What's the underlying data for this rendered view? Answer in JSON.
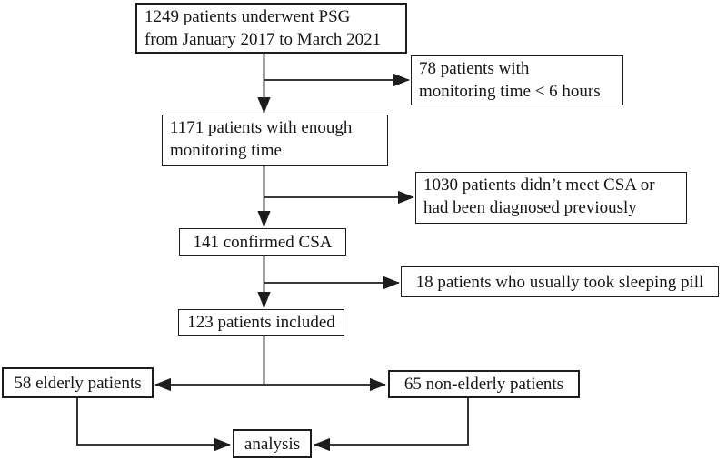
{
  "diagram": {
    "kind": "patient-flow-chart",
    "boxes": {
      "psg_total": {
        "line1": "1249 patients underwent PSG",
        "line2": "from January 2017 to March 2021"
      },
      "short_monitoring": {
        "line1": "78 patients with",
        "line2": "monitoring time < 6 hours"
      },
      "enough_monitoring": {
        "line1": "1171 patients with enough",
        "line2": "monitoring time"
      },
      "not_csa": {
        "line1": "1030 patients didn’t meet CSA or",
        "line2": "had been diagnosed previously"
      },
      "confirmed_csa": {
        "text": "141 confirmed CSA"
      },
      "sleeping_pill": {
        "text": "18 patients who usually took sleeping pill"
      },
      "included": {
        "text": "123 patients included"
      },
      "elderly": {
        "text": "58 elderly patients"
      },
      "non_elderly": {
        "text": "65 non-elderly patients"
      },
      "analysis": {
        "text": "analysis"
      }
    },
    "colors": {
      "line": "#1d1d1d",
      "box_background": "#ffffff",
      "text": "#161616"
    }
  }
}
